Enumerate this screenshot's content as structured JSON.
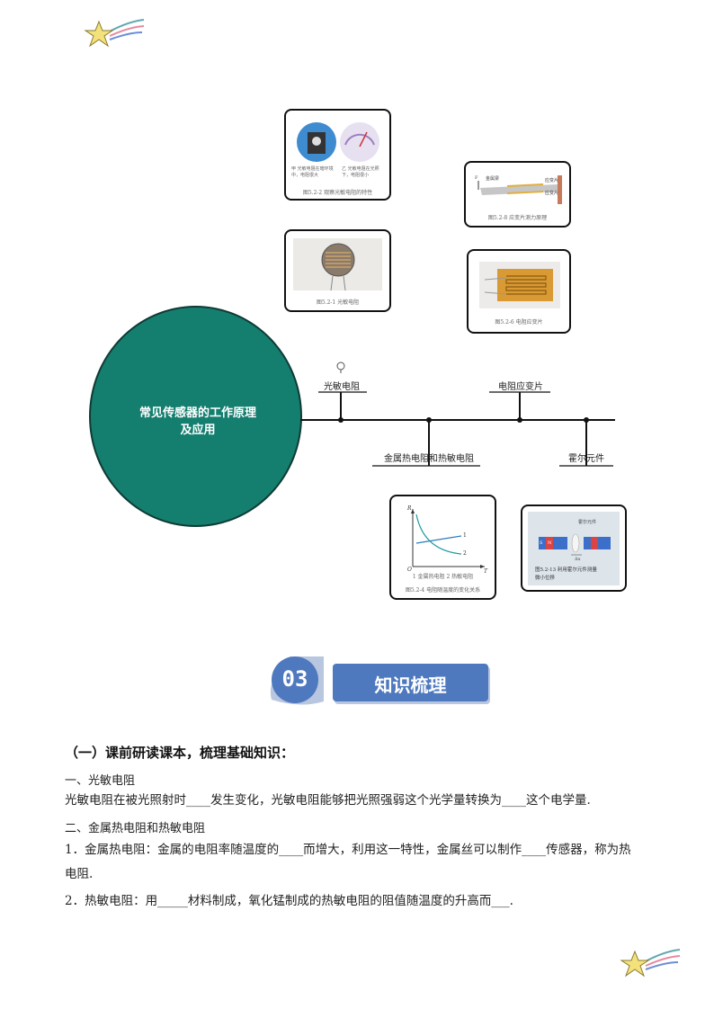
{
  "mindmap": {
    "center_line1": "常见传感器的工作原理",
    "center_line2": "及应用",
    "branches": {
      "photoresistor": "光敏电阻",
      "metal_thermistor": "金属热电阻和热敏电阻",
      "strain_gauge": "电阻应变片",
      "hall_element": "霍尔元件"
    }
  },
  "figures": {
    "fig_photo_top": {
      "caption": "图5.2-2 观察光敏电阻的特性",
      "left_note": "甲 光敏电阻在暗环境中，电阻很大",
      "right_note": "乙 光敏电阻在光照下，电阻很小"
    },
    "fig_photoresistor": {
      "caption": "图5.2-1 光敏电阻"
    },
    "fig_strain_principle": {
      "caption": "图5.2-8 应变片测力原理",
      "label_metal": "金属梁",
      "label_top": "应变片",
      "label_bottom": "应变片",
      "label_f": "F"
    },
    "fig_strain_gauge": {
      "caption": "图5.2-6 电阻应变片"
    },
    "fig_rt_graph": {
      "caption_line1": "1 金属热电阻  2 热敏电阻",
      "caption_line2": "图5.2-4 电阻随温度的变化关系",
      "y_axis": "R",
      "x_axis": "T",
      "origin": "O",
      "curve1": "1",
      "curve2": "2"
    },
    "fig_hall": {
      "label_element": "霍尔元件",
      "label_dx": "Δx",
      "mag_s": "S",
      "mag_n": "N",
      "caption_line1": "图5.2-13 利用霍尔元件测量",
      "caption_line2": "微小位移"
    }
  },
  "section_badge": {
    "number": "03",
    "title": "知识梳理"
  },
  "content": {
    "heading": "（一）课前研读课本，梳理基础知识：",
    "s1_title": "一、光敏电阻",
    "s1_text": "光敏电阻在被光照射时____发生变化，光敏电阻能够把光照强弱这个光学量转换为____这个电学量.",
    "s2_title": "二、金属热电阻和热敏电阻",
    "s2_item1_line1": "1．金属热电阻：金属的电阻率随温度的____而增大，利用这一特性，金属丝可以制作____传感器，称为热",
    "s2_item1_line2": "电阻.",
    "s2_item2": "2．热敏电阻：用_____材料制成，氧化锰制成的热敏电阻的阻值随温度的升高而___."
  },
  "colors": {
    "mindmap_circle": "#147e6f",
    "badge_blue": "#4f79bf",
    "star_yellow": "#f3e27c"
  }
}
